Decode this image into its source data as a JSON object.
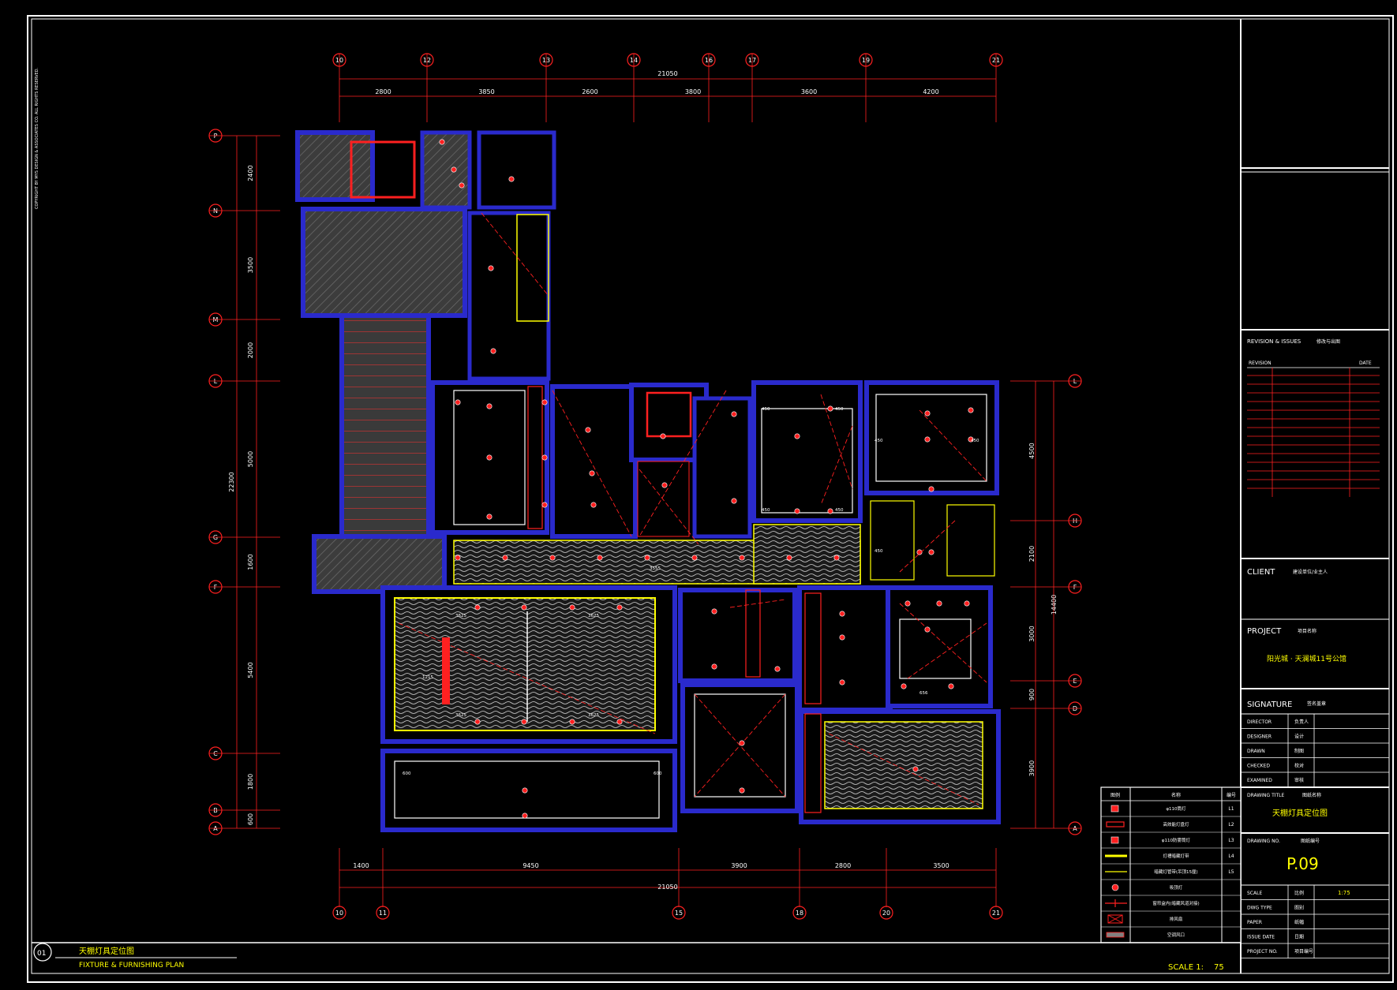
{
  "colors": {
    "background": "#000000",
    "frame": "#ffffff",
    "dimension": "#ff2020",
    "wall": "#2a2acc",
    "accent": "#ffff00",
    "fill": "#505050"
  },
  "copyright": "COPYRIGHT BY MYS DESIGN & ASSOCIATES CO. ALL RIGHTS RESERVED.",
  "grid_top": {
    "labels": [
      "10",
      "12",
      "13",
      "14",
      "16",
      "17",
      "19",
      "21"
    ],
    "total": "21050",
    "segments": [
      "2800",
      "3850",
      "2600",
      "3800",
      "3600",
      "4200"
    ]
  },
  "grid_bottom": {
    "labels": [
      "10",
      "11",
      "15",
      "18",
      "20",
      "21"
    ],
    "total": "21050",
    "segments": [
      "1400",
      "9450",
      "3900",
      "2800",
      "3500"
    ]
  },
  "grid_left": {
    "labels": [
      "P",
      "N",
      "M",
      "L",
      "G",
      "F",
      "C",
      "B",
      "A"
    ],
    "total": "22300",
    "segments": [
      "2400",
      "3500",
      "2000",
      "5000",
      "1600",
      "5400",
      "1800",
      "600"
    ]
  },
  "grid_right": {
    "labels": [
      "L",
      "H",
      "F",
      "E",
      "D",
      "A"
    ],
    "total": "14400",
    "segments": [
      "4500",
      "2100",
      "3000",
      "900",
      "3900"
    ]
  },
  "plan_tags": [
    "450",
    "450",
    "450",
    "450",
    "450",
    "450",
    "450",
    "600",
    "600",
    "656",
    "3625",
    "3625",
    "3625",
    "3625",
    "3555",
    "1215"
  ],
  "title_block": {
    "revision_header": "REVISION & ISSUES",
    "revision_header_cn": "修改与出图",
    "revision_label": "REVISION",
    "date_label": "DATE",
    "client_label": "CLIENT",
    "client_cn": "建设单位/业主人",
    "project_label": "PROJECT",
    "project_cn": "项目名称",
    "project_name": "阳光城 · 天澜城11号公馆",
    "signature_label": "SIGNATURE",
    "signature_cn": "签名盖章",
    "sign_rows": [
      {
        "en": "DIRECTOR",
        "cn": "负责人"
      },
      {
        "en": "DESIGNER",
        "cn": "设计"
      },
      {
        "en": "DRAWN",
        "cn": "制图"
      },
      {
        "en": "CHECKED",
        "cn": "校对"
      },
      {
        "en": "EXAMINED",
        "cn": "审核"
      }
    ],
    "drawing_title_label": "DRAWING TITLE",
    "drawing_title_cn": "图纸名称",
    "drawing_title": "天棚灯具定位图",
    "drawing_no_label": "DRAWING NO.",
    "drawing_no_cn": "图纸编号",
    "drawing_no": "P.09",
    "info_rows": [
      {
        "en": "SCALE",
        "cn": "比例",
        "val": "1:75"
      },
      {
        "en": "DWG TYPE",
        "cn": "图别",
        "val": ""
      },
      {
        "en": "PAPER",
        "cn": "纸幅",
        "val": ""
      },
      {
        "en": "ISSUE DATE",
        "cn": "日期",
        "val": ""
      },
      {
        "en": "PROJECT NO.",
        "cn": "项目编号",
        "val": ""
      }
    ]
  },
  "legend": {
    "headers": [
      "图例",
      "名称",
      "编号"
    ],
    "rows": [
      {
        "name": "φ110筒灯",
        "code": "L1"
      },
      {
        "name": "高效能灯盘灯",
        "code": "L2"
      },
      {
        "name": "φ110防雾筒灯",
        "code": "L3"
      },
      {
        "name": "灯槽暗藏灯带",
        "code": "L4"
      },
      {
        "name": "暗藏灯管带(吊顶15厘)",
        "code": "L5"
      },
      {
        "name": "吸顶灯",
        "code": ""
      },
      {
        "name": "窗帘盒内(暗藏风道对接)",
        "code": ""
      },
      {
        "name": "排风扇",
        "code": ""
      },
      {
        "name": "空调风口",
        "code": ""
      }
    ]
  },
  "bottom_title": {
    "number": "01",
    "title_cn": "天棚灯具定位图",
    "title_en": "FIXTURE & FURNISHING PLAN",
    "scale_label": "SCALE 1:",
    "scale_value": "75"
  }
}
